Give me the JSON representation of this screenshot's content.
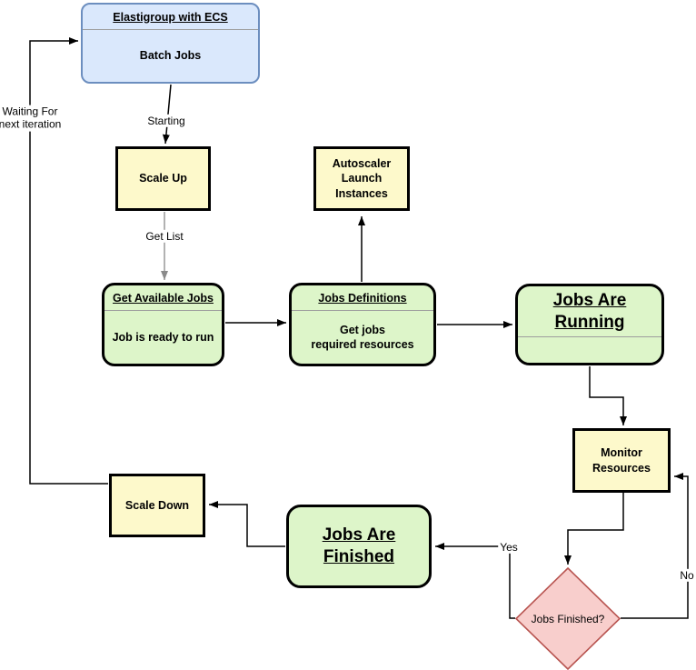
{
  "colors": {
    "blue-fill": "#dae8fc",
    "blue-border": "#6c8ebf",
    "green-fill": "#ddf5c9",
    "yellow-fill": "#fdf9cb",
    "pink-fill": "#f8cecc",
    "pink-border": "#b85450",
    "shape-border": "#000000",
    "edge": "#000000",
    "edge-gray": "#999999",
    "divider": "#9e9e9e"
  },
  "nodes": {
    "elastigroup": {
      "title": "Elastigroup with ECS",
      "body": "Batch Jobs"
    },
    "scale_up": {
      "label": "Scale Up"
    },
    "autoscaler": {
      "label": "Autoscaler\nLaunch\nInstances"
    },
    "get_available_jobs": {
      "title": "Get Available Jobs",
      "body": "Job is ready to run"
    },
    "jobs_definitions": {
      "title": "Jobs Definitions",
      "body": "Get jobs\nrequired resources"
    },
    "jobs_are_running": {
      "title": "Jobs Are\nRunning"
    },
    "monitor_resources": {
      "label": "Monitor\nResources"
    },
    "jobs_finished_decision": {
      "label": "Jobs Finished?"
    },
    "jobs_are_finished": {
      "title": "Jobs Are\nFinished"
    },
    "scale_down": {
      "label": "Scale Down"
    }
  },
  "edge_labels": {
    "starting": "Starting",
    "get_list": "Get List",
    "waiting_for_next_iteration": "Waiting For\nnext iteration",
    "yes": "Yes",
    "no": "No"
  }
}
